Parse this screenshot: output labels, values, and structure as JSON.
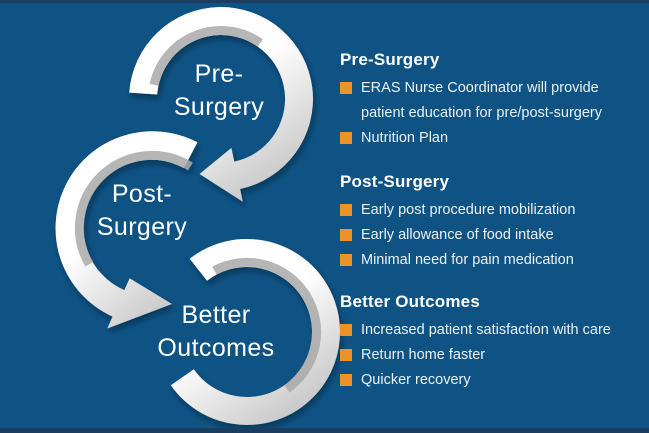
{
  "colors": {
    "background": "#0E5384",
    "edge_bar": "#1C3D60",
    "bullet": "#EC9229",
    "heading_text": "#FFFFFF",
    "body_text": "#ECF2F8",
    "label_text": "#FFFFFF",
    "ring_light": "#FFFFFF",
    "ring_shade": "#C8C8C8",
    "ring_bevel": "#A9A9A9"
  },
  "cycle": {
    "steps": [
      {
        "id": "pre-surgery",
        "line1": "Pre-",
        "line2": "Surgery"
      },
      {
        "id": "post-surgery",
        "line1": "Post-",
        "line2": "Surgery"
      },
      {
        "id": "better-outcomes",
        "line1": "Better",
        "line2": "Outcomes"
      }
    ]
  },
  "sections": [
    {
      "heading": "Pre-Surgery",
      "bullets": [
        "ERAS Nurse Coordinator will provide patient education for pre/post-surgery",
        "Nutrition Plan"
      ]
    },
    {
      "heading": "Post-Surgery",
      "bullets": [
        "Early post procedure mobilization",
        "Early allowance of food intake",
        "Minimal need for pain medication"
      ]
    },
    {
      "heading": "Better Outcomes",
      "bullets": [
        "Increased patient satisfaction with care",
        "Return home faster",
        "Quicker recovery"
      ]
    }
  ]
}
